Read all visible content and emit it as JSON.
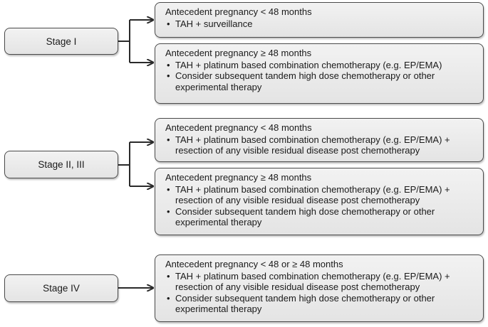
{
  "stages": [
    {
      "label": "Stage I",
      "options": [
        {
          "heading": "Antecedent pregnancy < 48 months",
          "bullets": [
            "TAH + surveillance"
          ]
        },
        {
          "heading": "Antecedent pregnancy ≥ 48 months",
          "bullets": [
            "TAH + platinum based combination chemotherapy (e.g. EP/EMA)",
            "Consider subsequent tandem high dose chemotherapy or other experimental therapy"
          ]
        }
      ]
    },
    {
      "label": "Stage II, III",
      "options": [
        {
          "heading": "Antecedent pregnancy < 48 months",
          "bullets": [
            "TAH + platinum based combination chemotherapy (e.g. EP/EMA) + resection of any visible residual disease post chemotherapy"
          ]
        },
        {
          "heading": "Antecedent pregnancy ≥ 48 months",
          "bullets": [
            "TAH + platinum based combination chemotherapy (e.g. EP/EMA) + resection of any visible residual disease post chemotherapy",
            "Consider subsequent tandem high dose chemotherapy or other experimental therapy"
          ]
        }
      ]
    },
    {
      "label": "Stage IV",
      "options": [
        {
          "heading": "Antecedent pregnancy < 48 or ≥ 48 months",
          "bullets": [
            "TAH + platinum based combination chemotherapy (e.g. EP/EMA) + resection of any visible residual disease post chemotherapy",
            "Consider subsequent tandem high dose chemotherapy or other experimental therapy"
          ]
        }
      ]
    }
  ],
  "bullet_glyph": "•"
}
